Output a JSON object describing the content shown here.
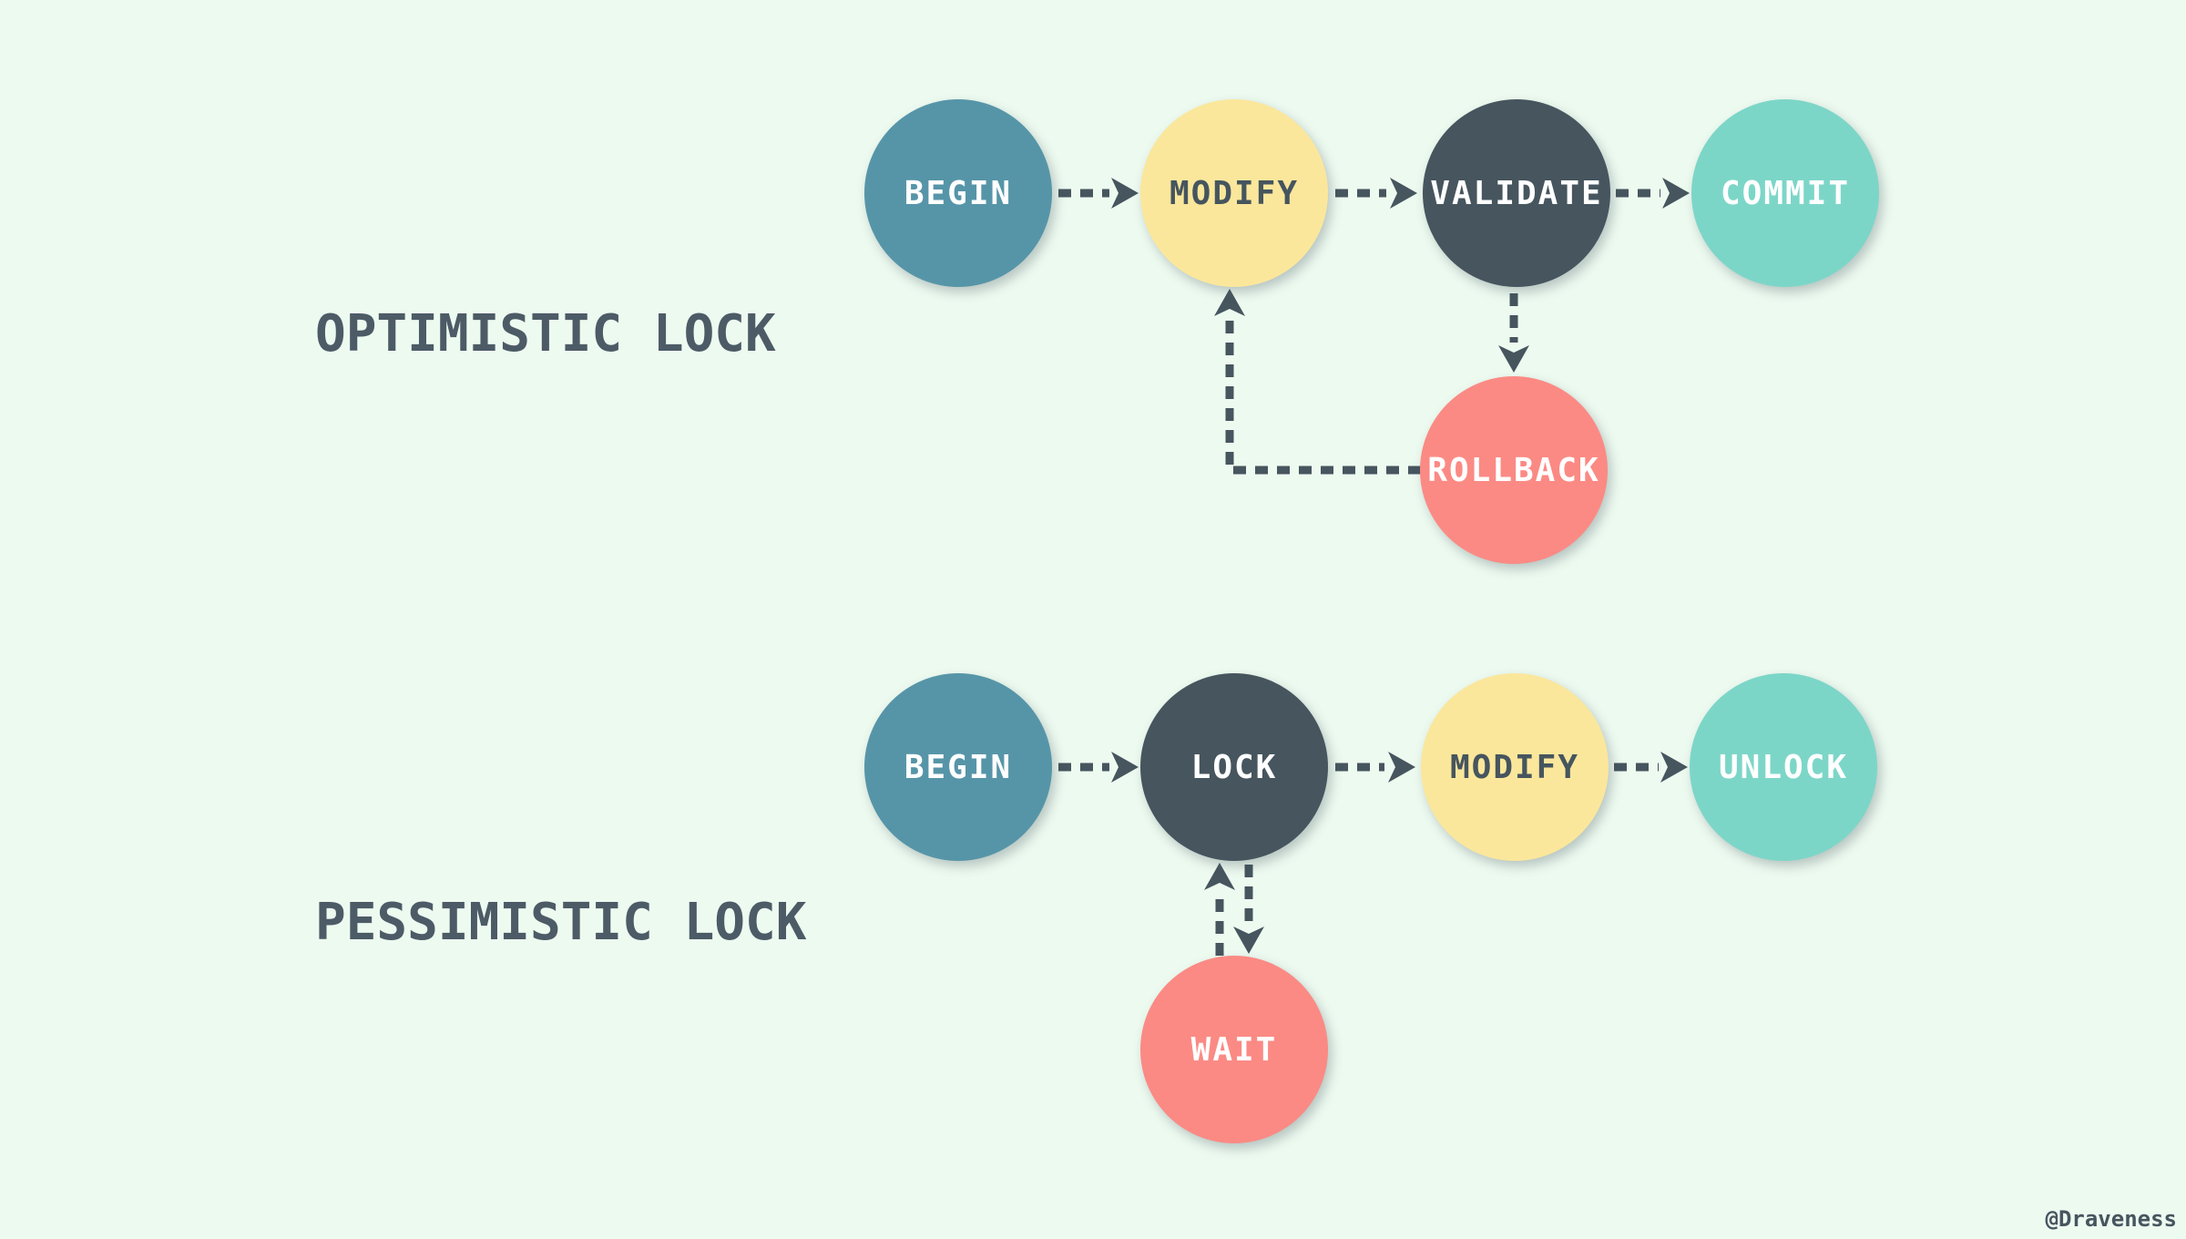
{
  "colors": {
    "background": "#edfaf0",
    "connector": "#46555e",
    "node_teal": "#5695a8",
    "node_yellow": "#fbe79b",
    "node_dark": "#46555e",
    "node_turquoise": "#7cd6c8",
    "node_coral": "#fb8a84"
  },
  "watermark": "@Draveness",
  "sections": [
    {
      "title": "OPTIMISTIC LOCK",
      "nodes": [
        {
          "label": "BEGIN",
          "color": "#5695a8",
          "text_color": "#ffffff"
        },
        {
          "label": "MODIFY",
          "color": "#fbe79b",
          "text_color": "#46555e"
        },
        {
          "label": "VALIDATE",
          "color": "#46555e",
          "text_color": "#ffffff"
        },
        {
          "label": "COMMIT",
          "color": "#7cd6c8",
          "text_color": "#ffffff"
        },
        {
          "label": "ROLLBACK",
          "color": "#fb8a84",
          "text_color": "#ffffff"
        }
      ],
      "edges": [
        {
          "from": "BEGIN",
          "to": "MODIFY",
          "style": "dashed-arrow"
        },
        {
          "from": "MODIFY",
          "to": "VALIDATE",
          "style": "dashed-arrow"
        },
        {
          "from": "VALIDATE",
          "to": "COMMIT",
          "style": "dashed-arrow"
        },
        {
          "from": "VALIDATE",
          "to": "ROLLBACK",
          "style": "dashed-arrow"
        },
        {
          "from": "ROLLBACK",
          "to": "MODIFY",
          "style": "dashed-arrow-elbow"
        }
      ]
    },
    {
      "title": "PESSIMISTIC LOCK",
      "nodes": [
        {
          "label": "BEGIN",
          "color": "#5695a8",
          "text_color": "#ffffff"
        },
        {
          "label": "LOCK",
          "color": "#46555e",
          "text_color": "#ffffff"
        },
        {
          "label": "MODIFY",
          "color": "#fbe79b",
          "text_color": "#46555e"
        },
        {
          "label": "UNLOCK",
          "color": "#7cd6c8",
          "text_color": "#ffffff"
        },
        {
          "label": "WAIT",
          "color": "#fb8a84",
          "text_color": "#ffffff"
        }
      ],
      "edges": [
        {
          "from": "BEGIN",
          "to": "LOCK",
          "style": "dashed-arrow"
        },
        {
          "from": "LOCK",
          "to": "MODIFY",
          "style": "dashed-arrow"
        },
        {
          "from": "MODIFY",
          "to": "UNLOCK",
          "style": "dashed-arrow"
        },
        {
          "from": "LOCK",
          "to": "WAIT",
          "style": "dashed-arrow"
        },
        {
          "from": "WAIT",
          "to": "LOCK",
          "style": "dashed-arrow"
        }
      ]
    }
  ]
}
